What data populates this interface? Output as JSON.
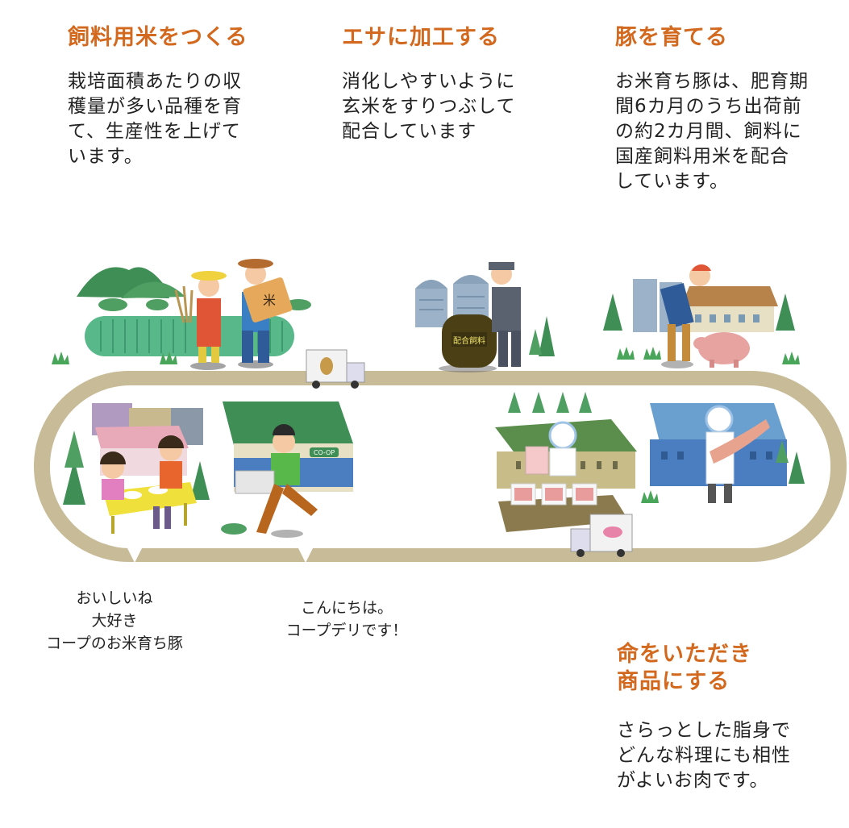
{
  "steps": [
    {
      "title": "飼料用米をつくる",
      "body": [
        "栽培面積あたりの収",
        "穫量が多い品種を育",
        "て、生産性を上げて",
        "います。"
      ]
    },
    {
      "title": "エサに加工する",
      "body": [
        "消化しやすいように",
        "玄米をすりつぶして",
        "配合しています"
      ]
    },
    {
      "title": "豚を育てる",
      "body": [
        "お米育ち豚は、肥育期",
        "間6カ月のうち出荷前",
        "の約2カ月間、飼料に",
        "国産飼料用米を配合",
        "しています。"
      ]
    },
    {
      "title": [
        "命をいただき",
        "商品にする"
      ],
      "body": [
        "さらっとした脂身で",
        "どんな料理にも相性",
        "がよいお肉です。"
      ]
    }
  ],
  "speech": {
    "family": [
      "おいしいね",
      "大好き",
      "コープのお米育ち豚"
    ],
    "delivery": [
      "こんにちは。",
      "コープデリです！"
    ]
  },
  "labels": {
    "feed_bag": "配合飼料",
    "store_sign": "CO-OP",
    "rice_bag_mark": "米"
  },
  "colors": {
    "title": "#d2691e",
    "track": "#c8bb98",
    "hill": "#3e8e55",
    "field": "#58b88a"
  }
}
